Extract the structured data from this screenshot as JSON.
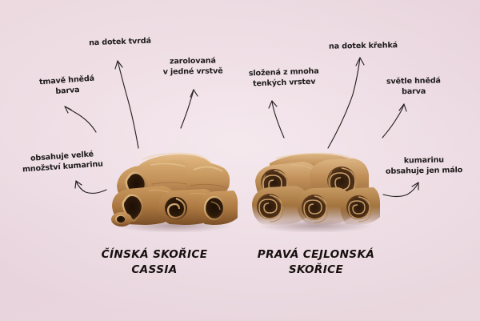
{
  "background": {
    "color": "#ead7de",
    "accent_dark": "#1d1a1a"
  },
  "left_product": {
    "title": "ČÍNSKÁ SKOŘICE\nCASSIA",
    "stick_color_outer": "#c89a63",
    "stick_color_inner": "#6b4423",
    "annotations": [
      {
        "id": "left-hard",
        "text": "na dotek tvrdá"
      },
      {
        "id": "left-rolled",
        "text": "zarolovaná\nv jedné vrstvě"
      },
      {
        "id": "left-color",
        "text": "tmavě hnědá\nbarva"
      },
      {
        "id": "left-coumarin",
        "text": "obsahuje velké\nmnožství kumarinu"
      }
    ]
  },
  "right_product": {
    "title": "PRAVÁ CEJLONSKÁ\nSKOŘICE",
    "stick_color_outer": "#b5844f",
    "stick_color_inner": "#4a2d17",
    "annotations": [
      {
        "id": "right-brittle",
        "text": "na dotek křehká"
      },
      {
        "id": "right-layers",
        "text": "složená z mnoha\ntenkých vrstev"
      },
      {
        "id": "right-color",
        "text": "světle hnědá\nbarva"
      },
      {
        "id": "right-coumarin",
        "text": "kumarinu\nobsahuje jen málo"
      }
    ]
  },
  "icons": {
    "arrow": "curved-arrow-icon"
  }
}
